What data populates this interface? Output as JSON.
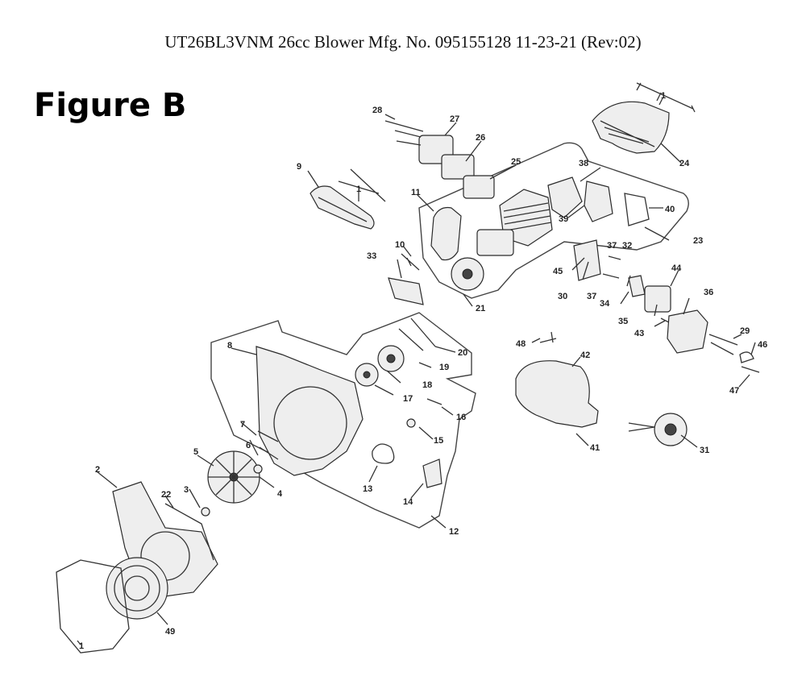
{
  "header": {
    "title": "UT26BL3VNM 26cc Blower Mfg. No. 095155128 11-23-21 (Rev:02)",
    "figure_label": "Figure B"
  },
  "callouts": {
    "c1a": "1",
    "c1b": "1",
    "c1c": "1",
    "c2": "2",
    "c3": "3",
    "c4": "4",
    "c5": "5",
    "c6": "6",
    "c7": "7",
    "c8": "8",
    "c9": "9",
    "c10": "10",
    "c11": "11",
    "c12": "12",
    "c13": "13",
    "c14": "14",
    "c15": "15",
    "c16": "16",
    "c17": "17",
    "c18": "18",
    "c19": "19",
    "c20": "20",
    "c21": "21",
    "c22": "22",
    "c23": "23",
    "c24": "24",
    "c25": "25",
    "c26": "26",
    "c27": "27",
    "c28": "28",
    "c29": "29",
    "c30": "30",
    "c31": "31",
    "c32": "32",
    "c33": "33",
    "c34": "34",
    "c35": "35",
    "c36": "36",
    "c37a": "37",
    "c37b": "37",
    "c38": "38",
    "c39": "39",
    "c40": "40",
    "c41": "41",
    "c42": "42",
    "c43": "43",
    "c44": "44",
    "c45": "45",
    "c46": "46",
    "c47": "47",
    "c48": "48",
    "c49": "49"
  }
}
